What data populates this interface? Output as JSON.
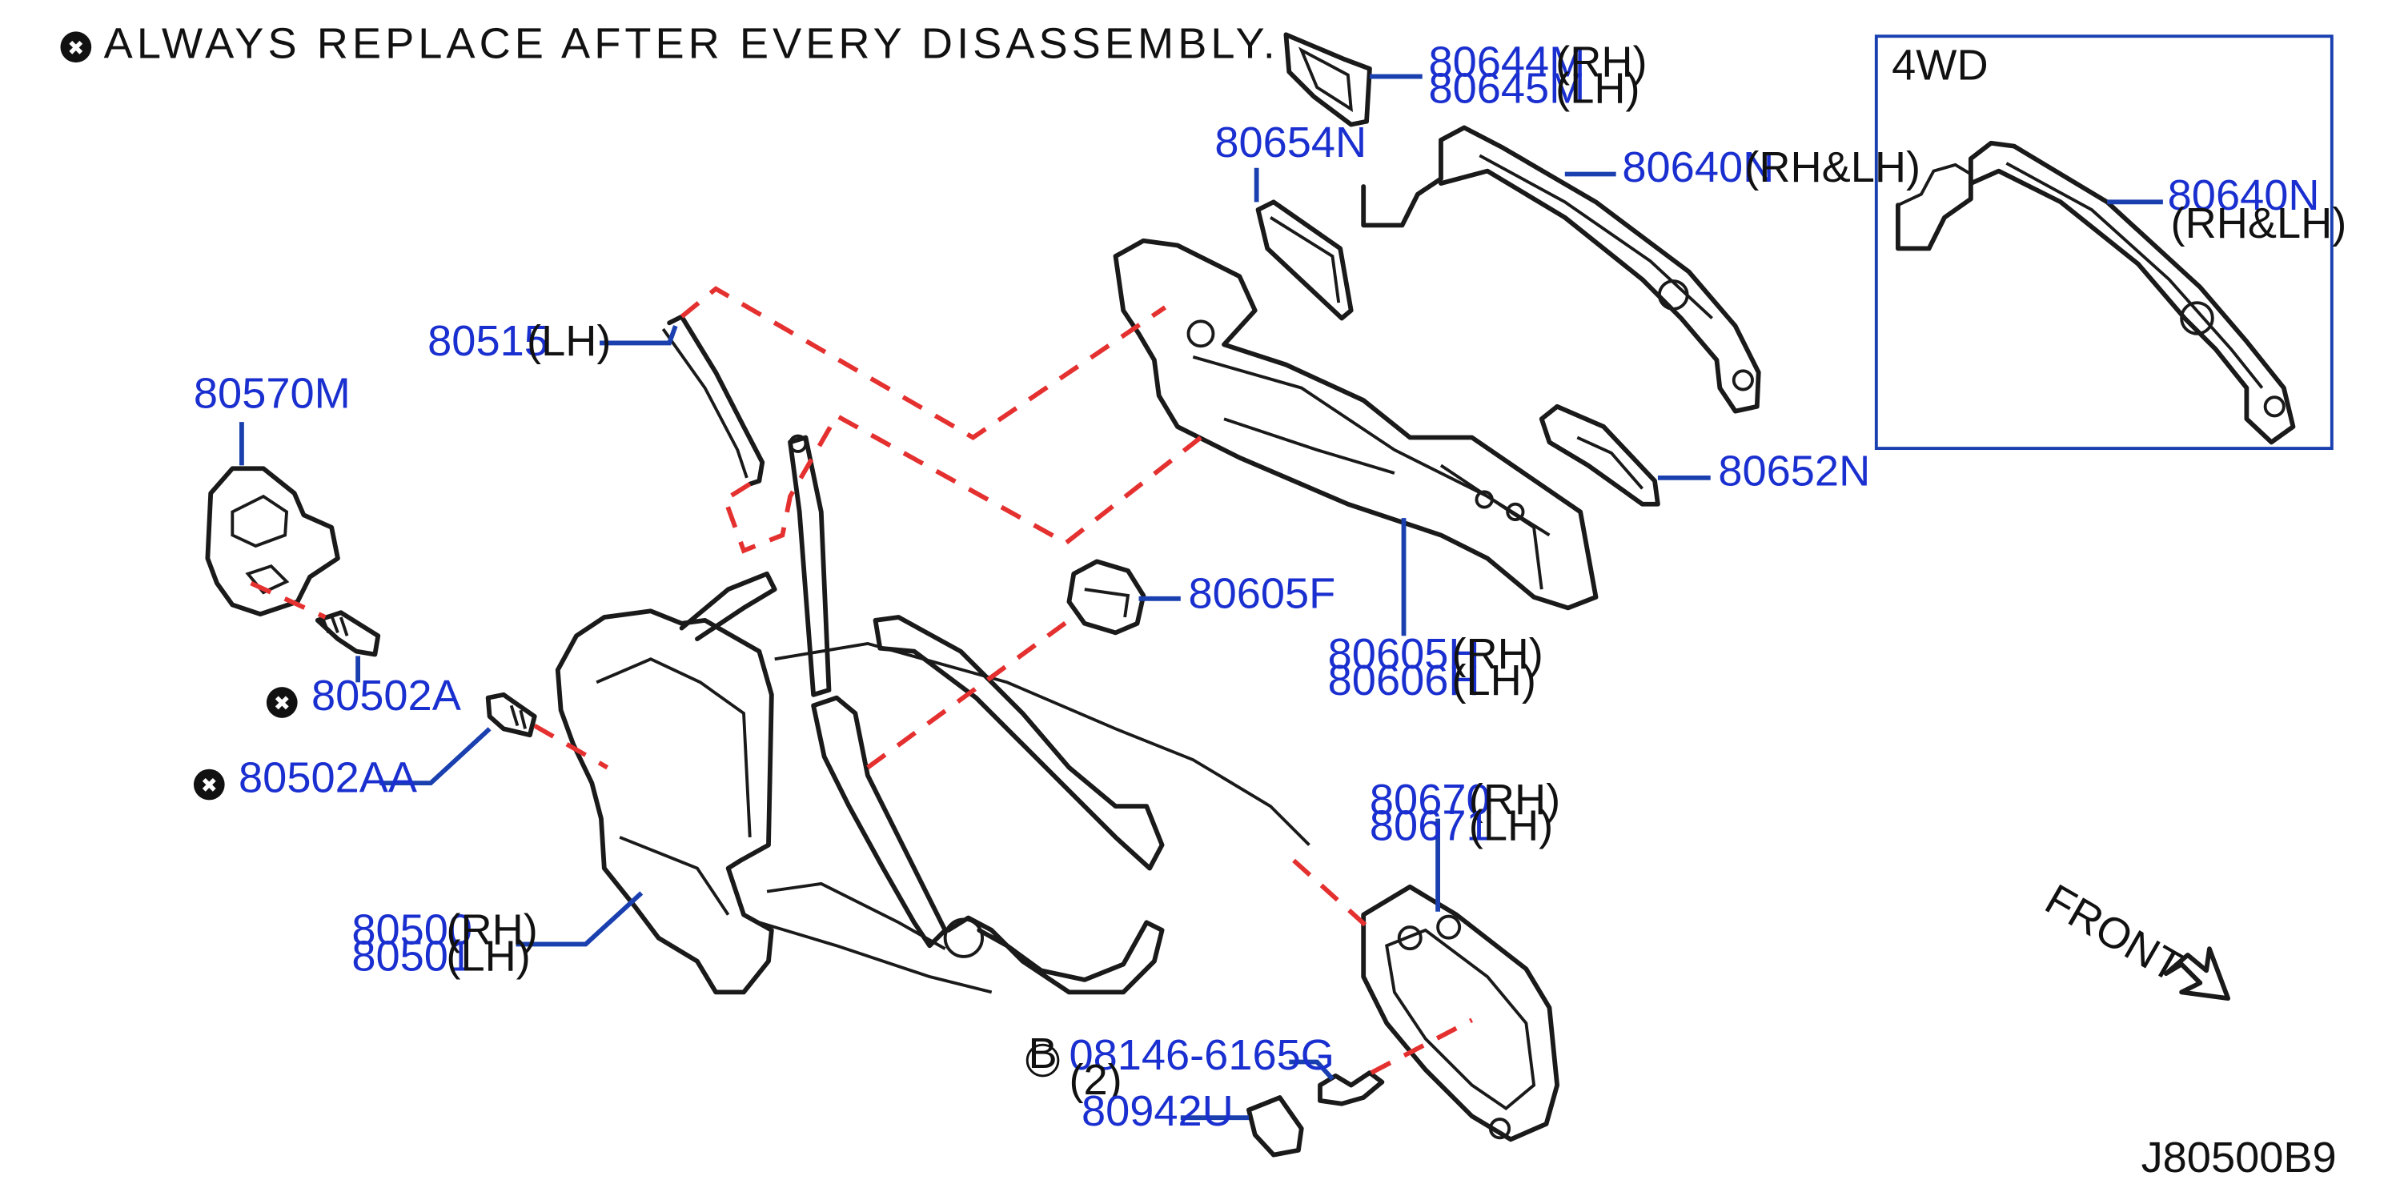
{
  "header": {
    "note": "ALWAYS REPLACE AFTER EVERY DISASSEMBLY.",
    "mark": "✖"
  },
  "inset": {
    "title": "4WD",
    "part": "80640N",
    "qualifier": "(RH&LH)"
  },
  "callouts": [
    {
      "id": "c80644M",
      "number": "80644M",
      "qualifier": "(RH)"
    },
    {
      "id": "c80645M",
      "number": "80645M",
      "qualifier": "(LH)"
    },
    {
      "id": "c80654N",
      "number": "80654N",
      "qualifier": ""
    },
    {
      "id": "c80640N",
      "number": "80640N",
      "qualifier": "(RH&LH)"
    },
    {
      "id": "c80515",
      "number": "80515",
      "qualifier": "(LH)"
    },
    {
      "id": "c80570M",
      "number": "80570M",
      "qualifier": ""
    },
    {
      "id": "c80652N",
      "number": "80652N",
      "qualifier": ""
    },
    {
      "id": "c80605F",
      "number": "80605F",
      "qualifier": ""
    },
    {
      "id": "c80605H",
      "number": "80605H",
      "qualifier": "(RH)"
    },
    {
      "id": "c80606H",
      "number": "80606H",
      "qualifier": "(LH)"
    },
    {
      "id": "c80502A",
      "number": "80502A",
      "qualifier": "",
      "replace": true
    },
    {
      "id": "c80502AA",
      "number": "80502AA",
      "qualifier": "",
      "replace": true
    },
    {
      "id": "c80670",
      "number": "80670",
      "qualifier": "(RH)"
    },
    {
      "id": "c80671",
      "number": "80671",
      "qualifier": "(LH)"
    },
    {
      "id": "c80500",
      "number": "80500",
      "qualifier": "(RH)"
    },
    {
      "id": "c80501",
      "number": "80501",
      "qualifier": "(LH)"
    },
    {
      "id": "c08146",
      "number": "08146-6165G",
      "qualifier": "(2)",
      "badge": "B"
    },
    {
      "id": "c80942U",
      "number": "80942U",
      "qualifier": ""
    }
  ],
  "front_label": "FRONT",
  "diagram_code": "J80500B9"
}
